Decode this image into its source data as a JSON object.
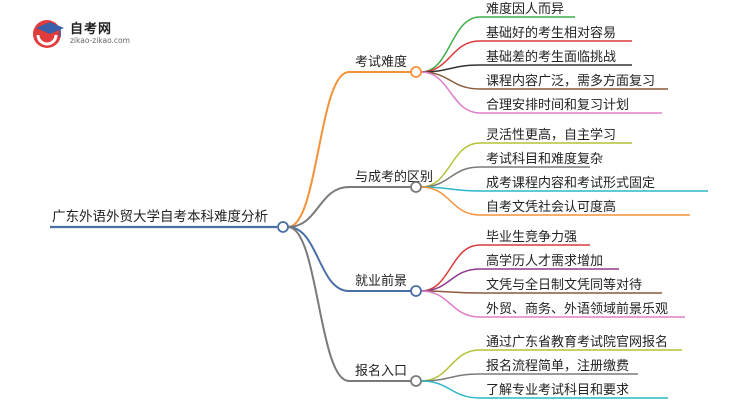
{
  "logo": {
    "title": "自考网",
    "subtitle": "zikao-zikao.com"
  },
  "mindmap": {
    "root": "广东外语外贸大学自考本科难度分析",
    "branches": [
      {
        "label": "考试难度",
        "color": "#f4923a",
        "children": [
          {
            "label": "难度因人而异",
            "color": "#3fae49"
          },
          {
            "label": "基础好的考生相对容易",
            "color": "#d93a3a"
          },
          {
            "label": "基础差的考生面临挑战",
            "color": "#333333"
          },
          {
            "label": "课程内容广泛，需多方面复习",
            "color": "#8b5a3c"
          },
          {
            "label": "合理安排时间和复习计划",
            "color": "#e07fc8"
          }
        ]
      },
      {
        "label": "与成考的区别",
        "color": "#7a7a7a",
        "children": [
          {
            "label": "灵活性更高，自主学习",
            "color": "#b5c234"
          },
          {
            "label": "考试科目和难度复杂",
            "color": "#7a7a7a"
          },
          {
            "label": "成考课程内容和考试形式固定",
            "color": "#2db5c9"
          },
          {
            "label": "自考文凭社会认可度高",
            "color": "#f4923a"
          }
        ]
      },
      {
        "label": "就业前景",
        "color": "#4a6fa5",
        "children": [
          {
            "label": "毕业生竞争力强",
            "color": "#d93a3a"
          },
          {
            "label": "高学历人才需求增加",
            "color": "#8e3a8e"
          },
          {
            "label": "文凭与全日制文凭同等对待",
            "color": "#8b5a3c"
          },
          {
            "label": "外贸、商务、外语领域前景乐观",
            "color": "#e07fc8"
          }
        ]
      },
      {
        "label": "报名入口",
        "color": "#7a7a7a",
        "children": [
          {
            "label": "通过广东省教育考试院官网报名",
            "color": "#b5c234"
          },
          {
            "label": "报名流程简单，注册缴费",
            "color": "#7a7a7a"
          },
          {
            "label": "了解专业考试科目和要求",
            "color": "#2db5c9"
          }
        ]
      }
    ]
  }
}
